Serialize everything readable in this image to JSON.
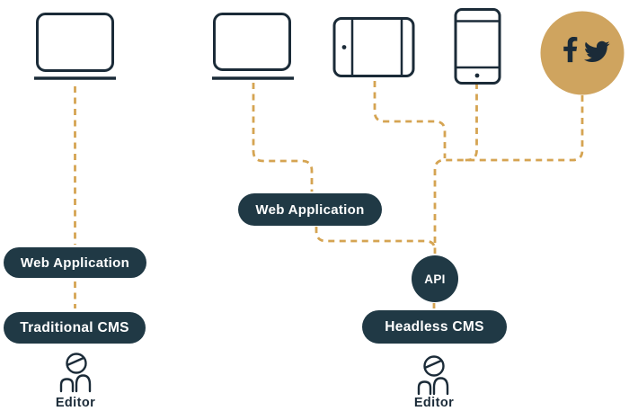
{
  "diagram": {
    "traditional": {
      "web_application": "Web Application",
      "cms": "Traditional CMS",
      "editor": "Editor"
    },
    "headless": {
      "web_application": "Web Application",
      "api": "API",
      "cms": "Headless CMS",
      "editor": "Editor"
    },
    "icons": {
      "laptop": "laptop-icon",
      "tablet": "tablet-icon",
      "smartphone": "smartphone-icon",
      "facebook": "facebook-icon",
      "twitter": "twitter-icon",
      "editor": "person-icon",
      "social_channel": "social-circle"
    },
    "colors": {
      "background": "#ffffff",
      "node": "#203945",
      "connector": "#d5a452",
      "social_circle": "#cfa45f",
      "icon_stroke": "#1b2b38",
      "label_light": "#ffffff",
      "label_dark": "#1b2b38"
    }
  }
}
